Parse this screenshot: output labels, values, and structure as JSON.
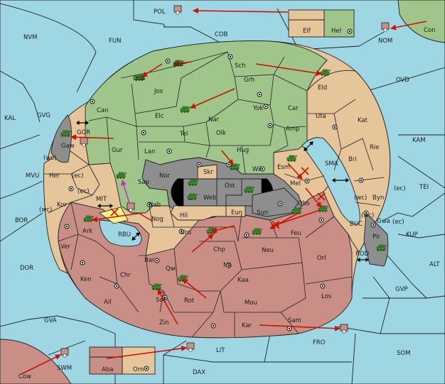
{
  "colors": {
    "sea": "#9fd6e4",
    "italy": "#9fc58a",
    "neutral": "#e7c59b",
    "turkey": "#c98f87",
    "impassable": "#8e8e8e",
    "orders": "#cc1100",
    "support": "#cc22cc"
  },
  "regions": {
    "pol": "POL",
    "nvm": "NVM",
    "fun": "FUN",
    "cob": "COB",
    "elf": "Elf",
    "hel": "Hel",
    "nom": "NOM",
    "con": "Con",
    "ovd": "OVD",
    "kal": "KAL",
    "gvg": "GVG",
    "kam": "KAM",
    "jad": "Jad",
    "sch": "Sch",
    "qua": "Qua",
    "jos": "Jos",
    "grh": "Grh",
    "eld": "Eld",
    "can": "Can",
    "elc": "Elc",
    "yok": "Yok",
    "car": "Car",
    "uta": "Uta",
    "kat": "Kat",
    "nar": "Nar",
    "olk": "Olk",
    "amp": "Amp",
    "tel": "Tel",
    "gor": "GOR",
    "gaw": "Gaw",
    "gur": "Gur",
    "lan": "Lan",
    "hug": "Hug",
    "rie": "Rie",
    "sma": "SMA",
    "esm": "Esm",
    "wil": "Wil",
    "bri": "Bri",
    "wc1": "(wc)",
    "ec1": "(ec)",
    "her": "Her",
    "mvu": "MVU",
    "nor": "Nor",
    "skr": "Skr",
    "ost": "Ost",
    "mel": "Mel",
    "tei": "TEI",
    "byn": "Byn",
    "wc2": "(wc)",
    "ec2": "(ec)",
    "sap": "Sap",
    "web": "Web",
    "ec3": "(ec)",
    "mit": "MIT",
    "kor": "Kor",
    "wc3": "(wc)",
    "bor": "BOR",
    "nab": "Nab",
    "hil": "Hil",
    "eun": "Eun",
    "sun": "Sun",
    "obs": "Obs",
    "wc4": "(wc)",
    "gwa": "Gwa",
    "ec4": "(ec)",
    "kup": "KUP",
    "ark": "Ark",
    "nog": "Nog",
    "rbu": "RBU",
    "buc": "BUC",
    "uru": "Uru",
    "feu": "Feu",
    "pir": "Pir",
    "ver": "Ver",
    "chp": "Chp",
    "neu": "Neu",
    "orl": "Orl",
    "rod": "ROD",
    "dor": "DOR",
    "bar": "Bar",
    "qwi": "Qwi",
    "nil": "Nil",
    "alt": "ALT",
    "ken": "Ken",
    "chr": "Chr",
    "kaa": "Kaa",
    "gvp": "GVP",
    "los": "Los",
    "ail": "Ail",
    "sot": "Sot",
    "rot": "Rot",
    "mou": "Mou",
    "gva": "GVA",
    "zin": "Zin",
    "kar": "Kar",
    "sam": "Sam",
    "fro": "FRO",
    "som": "SOM",
    "lit": "LIT",
    "swm": "SWM",
    "aba": "Aba",
    "orn": "Orn",
    "dax": "DAX",
    "cow": "Cow"
  }
}
